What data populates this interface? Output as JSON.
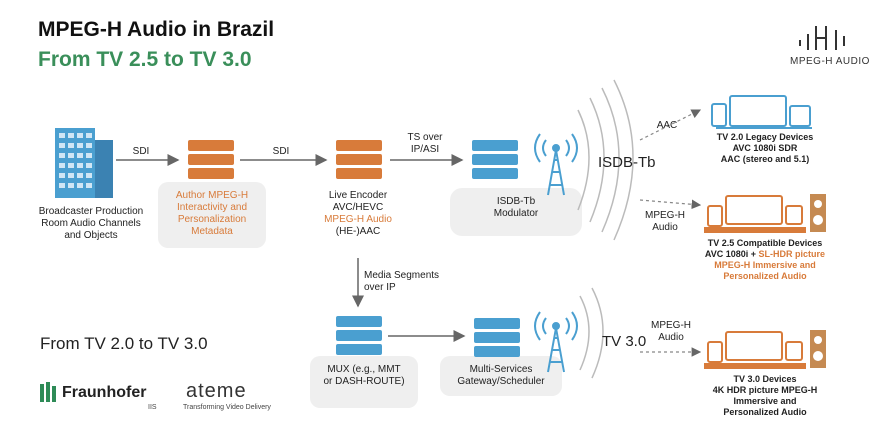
{
  "header": {
    "title": "MPEG-H Audio in Brazil",
    "subtitle": "From TV 2.5 to TV 3.0",
    "logo_text": "MPEG-H AUDIO"
  },
  "nodes": {
    "broadcaster": "Broadcaster Production Room Audio Channels and Objects",
    "author": "Author MPEG-H Interactivity and Personalization Metadata",
    "encoder_l1": "Live Encoder",
    "encoder_l2": "AVC/HEVC",
    "encoder_l3": "MPEG-H Audio",
    "encoder_l4": "(HE-)AAC",
    "modulator_l1": "ISDB-Tb",
    "modulator_l2": "Modulator",
    "mux_l1": "MUX (e.g., MMT",
    "mux_l2": "or DASH-ROUTE)",
    "gateway_l1": "Multi-Services",
    "gateway_l2": "Gateway/Scheduler"
  },
  "edges": {
    "sdi1": "SDI",
    "sdi2": "SDI",
    "ts_l1": "TS over",
    "ts_l2": "IP/ASI",
    "media_l1": "Media Segments",
    "media_l2": "over IP",
    "aac": "AAC",
    "mpegh1_l1": "MPEG-H",
    "mpegh1_l2": "Audio",
    "mpegh2_l1": "MPEG-H",
    "mpegh2_l2": "Audio"
  },
  "broadcast": {
    "isdb": "ISDB-Tb",
    "tv30": "TV 3.0"
  },
  "devices": {
    "tv20_l1": "TV 2.0 Legacy Devices",
    "tv20_l2": "AVC 1080i SDR",
    "tv20_l3": "AAC (stereo and 5.1)",
    "tv25_l1": "TV 2.5 Compatible Devices",
    "tv25_l2a": "AVC 1080i + ",
    "tv25_l2b": "SL-HDR picture",
    "tv25_l3": "MPEG-H Immersive and",
    "tv25_l4": "Personalized Audio",
    "tv30_l1": "TV 3.0 Devices",
    "tv30_l2": "4K HDR picture MPEG-H",
    "tv30_l3": "Immersive and",
    "tv30_l4": "Personalized Audio"
  },
  "footer": {
    "transition": "From TV 2.0 to TV 3.0",
    "fraunhofer": "Fraunhofer",
    "iis": "IIS",
    "ateme": "ateme",
    "ateme_tagline": "Transforming Video Delivery"
  },
  "colors": {
    "green": "#3a8f5a",
    "orange": "#d87b3a",
    "blue": "#4a9fd0"
  }
}
